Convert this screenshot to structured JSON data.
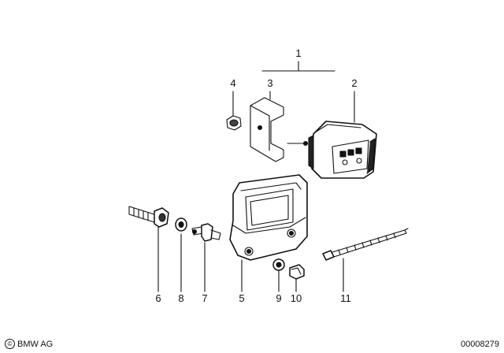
{
  "callouts": {
    "c1": "1",
    "c2": "2",
    "c3": "3",
    "c4": "4",
    "c5": "5",
    "c6": "6",
    "c7": "7",
    "c8": "8",
    "c9": "9",
    "c10": "10",
    "c11": "11"
  },
  "footer": {
    "copyright_symbol": "©",
    "brand": "BMW AG",
    "doc_number": "00008279"
  }
}
